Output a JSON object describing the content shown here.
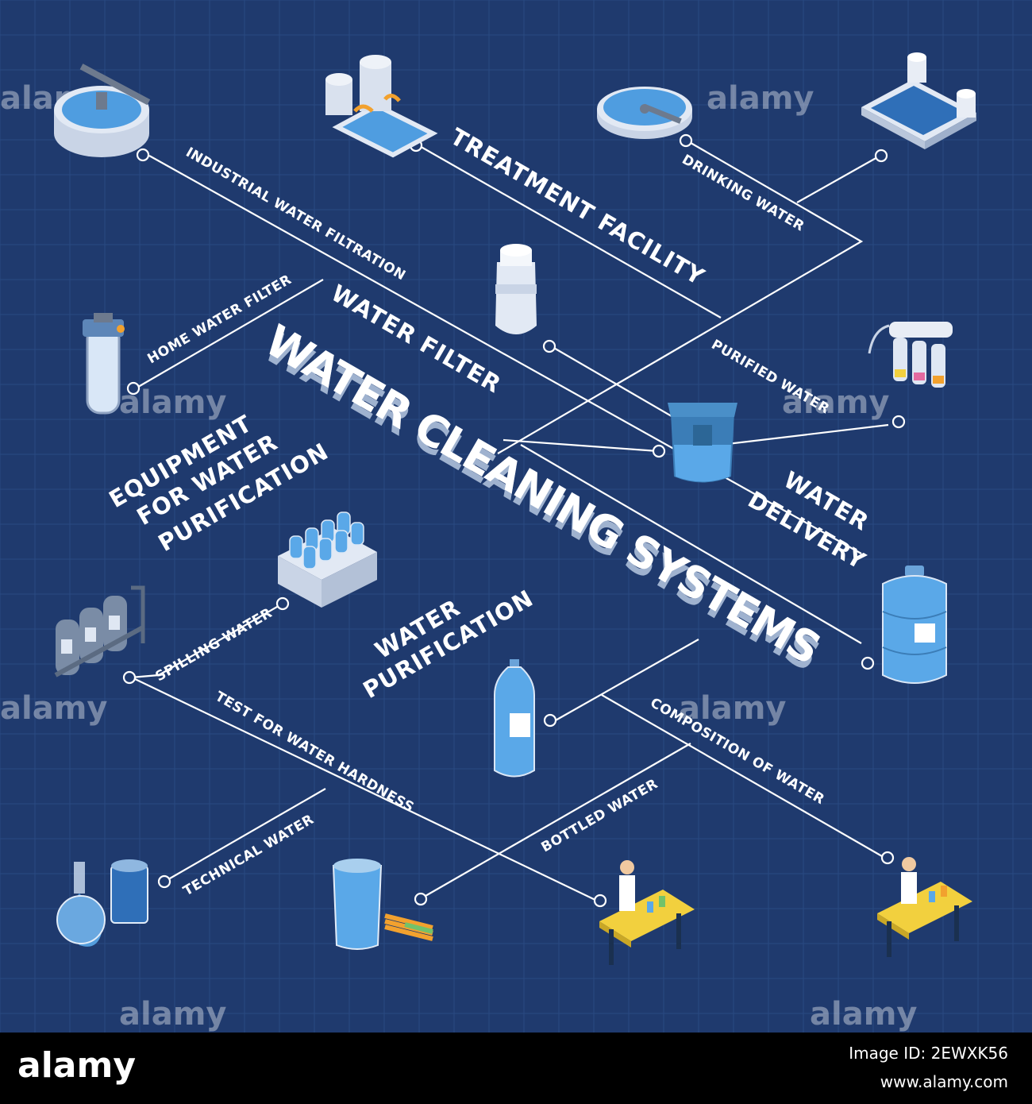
{
  "title": "WATER CLEANING SYSTEMS",
  "headings": {
    "treatment_facility": "TREATMENT FACILITY",
    "water_filter": "WATER FILTER",
    "equipment_line1": "EQUIPMENT",
    "equipment_line2": "FOR WATER",
    "equipment_line3": "PURIFICATION",
    "water_delivery_line1": "WATER",
    "water_delivery_line2": "DELIVERY",
    "water_purification_line1": "WATER",
    "water_purification_line2": "PURIFICATION"
  },
  "labels": {
    "industrial_water_filtration": "INDUSTRIAL WATER FILTRATION",
    "drinking_water": "DRINKING WATER",
    "home_water_filter": "HOME WATER FILTER",
    "purified_water": "PURIFIED WATER",
    "spilling_water": "SPILLING WATER",
    "test_for_water_hardness": "TEST FOR WATER HARDNESS",
    "composition_of_water": "COMPOSITION OF WATER",
    "bottled_water": "BOTTLED WATER",
    "technical_water": "TECHNICAL WATER"
  },
  "watermark": "alamy",
  "footer": {
    "brand": "alamy",
    "image_id": "Image ID: 2EWXK56",
    "url": "www.alamy.com"
  },
  "colors": {
    "background": "#1f3a6e",
    "grid": "#2a4a82",
    "line": "#ffffff",
    "equipment": "#c9d4e6",
    "water": "#5aa8e8",
    "accent": "#f2a12e"
  },
  "icons": [
    "clarifier-tank-icon",
    "industrial-filter-tanks-icon",
    "round-settling-tank-icon",
    "drinking-water-plant-icon",
    "home-filter-cartridge-icon",
    "pitcher-filter-cartridge-icon",
    "reverse-osmosis-filter-icon",
    "filter-jug-icon",
    "bottle-rack-icon",
    "pressure-tanks-icon",
    "water-cooler-bottle-icon",
    "plastic-bottle-icon",
    "lab-flask-icon",
    "glass-test-strips-icon",
    "lab-technician-desk-icon",
    "lab-scientist-desk-icon"
  ]
}
